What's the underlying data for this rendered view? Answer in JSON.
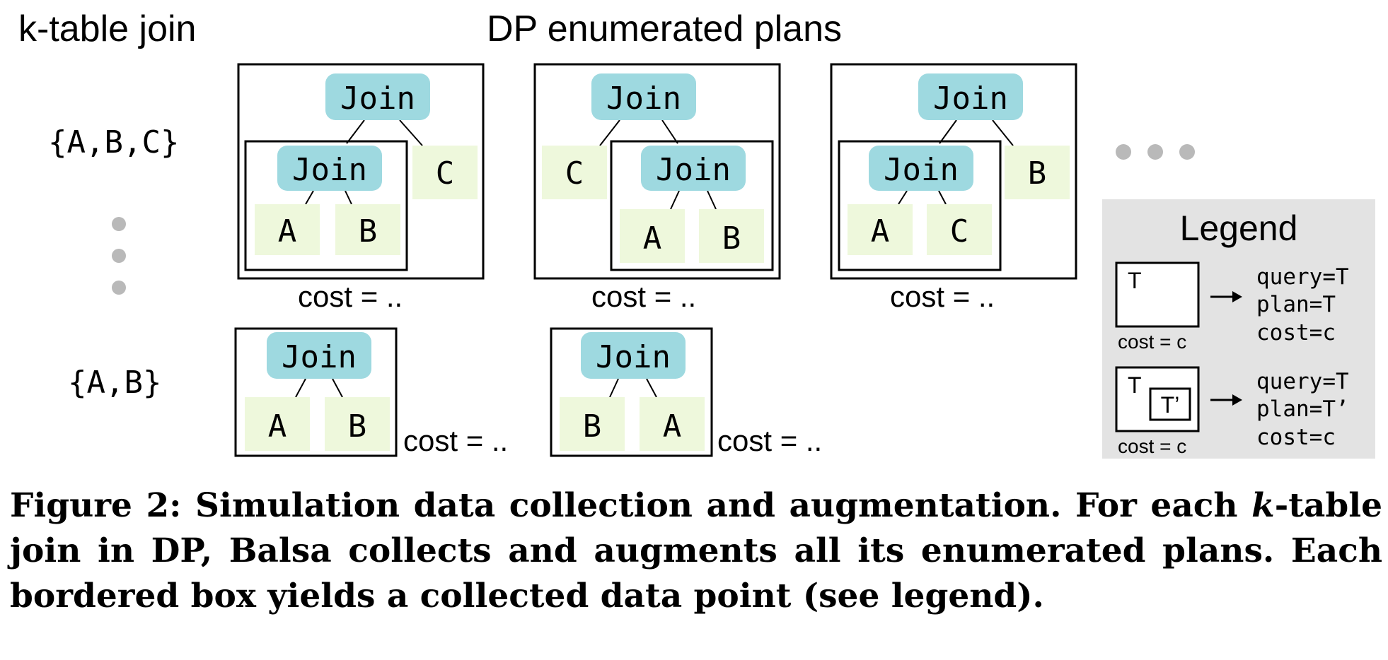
{
  "headers": {
    "left": "k-table join",
    "center": "DP enumerated plans"
  },
  "rows": {
    "abc": "{A,B,C}",
    "ab": "{A,B}"
  },
  "labels": {
    "join": "Join",
    "a": "A",
    "b": "B",
    "c": "C",
    "cost": "cost = .."
  },
  "legend": {
    "title": "Legend",
    "t": "T",
    "t_prime": "T’",
    "cost": "cost = c",
    "item1": [
      "query=T",
      "plan=T",
      "cost=c"
    ],
    "item2": [
      "query=T",
      "plan=T’",
      "cost=c"
    ]
  },
  "colors": {
    "join_fill": "#9ed9e0",
    "leaf_fill": "#eef8dc",
    "dots": "#b9b9b9",
    "legend_bg": "#e3e3e3"
  },
  "caption": {
    "prefix": "Figure 2: Simulation data collection and augmentation. For each ",
    "k": "k",
    "suffix": "-table join in DP, Balsa collects and augments all its enumerated plans. Each bordered box yields a collected data point (see legend)."
  }
}
